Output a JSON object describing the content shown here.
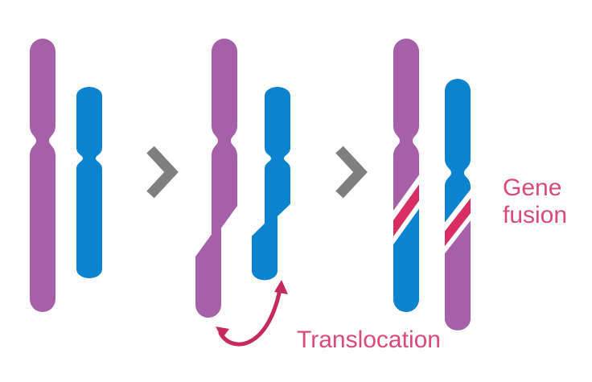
{
  "figure": {
    "title": "Chromosomal translocation producing a gene fusion",
    "background_color": "#ffffff"
  },
  "colors": {
    "purple": "#A660A8",
    "blue": "#0C83CE",
    "fusion_pink": "#D92E63",
    "label_pink": "#D94A7A",
    "arrow_pink": "#C52A5E",
    "chevron_gray": "#7F7F7F",
    "white": "#ffffff"
  },
  "labels": {
    "translocation": "Translocation",
    "gene_fusion_line1": "Gene",
    "gene_fusion_line2": "fusion"
  },
  "panels": [
    {
      "id": "panel-normal",
      "name": "normal-chromosomes",
      "order": 1,
      "description": "Two intact normal chromosomes",
      "chromosomes": [
        {
          "name": "chromosome-purple-normal",
          "color_key": "purple",
          "state": "intact"
        },
        {
          "name": "chromosome-blue-normal",
          "color_key": "blue",
          "state": "intact"
        }
      ]
    },
    {
      "id": "panel-breakage",
      "name": "broken-chromosomes",
      "order": 2,
      "description": "Both chromosomes broken with diagonal breakpoints; distal fragments detached",
      "chromosomes": [
        {
          "name": "chromosome-purple-broken",
          "color_key": "purple",
          "state": "broken"
        },
        {
          "name": "chromosome-blue-broken",
          "color_key": "blue",
          "state": "broken"
        }
      ],
      "annotation": "translocation"
    },
    {
      "id": "panel-fusion",
      "name": "derivative-chromosomes",
      "order": 3,
      "description": "Two derivative chromosomes each carrying a fusion junction band",
      "chromosomes": [
        {
          "name": "derivative-chromosome-purple-blue",
          "top_color_key": "purple",
          "bottom_color_key": "blue",
          "state": "fused"
        },
        {
          "name": "derivative-chromosome-blue-purple",
          "top_color_key": "blue",
          "bottom_color_key": "purple",
          "state": "fused"
        }
      ],
      "annotation": "gene_fusion"
    }
  ],
  "connectors": [
    {
      "name": "chevron-arrow-1",
      "glyph": "chevron-right-icon"
    },
    {
      "name": "chevron-arrow-2",
      "glyph": "chevron-right-icon"
    }
  ],
  "translocation_arrow": {
    "name": "translocation-double-arrow",
    "style": "double-headed-curved-arrow",
    "direction": "bidirectional"
  }
}
